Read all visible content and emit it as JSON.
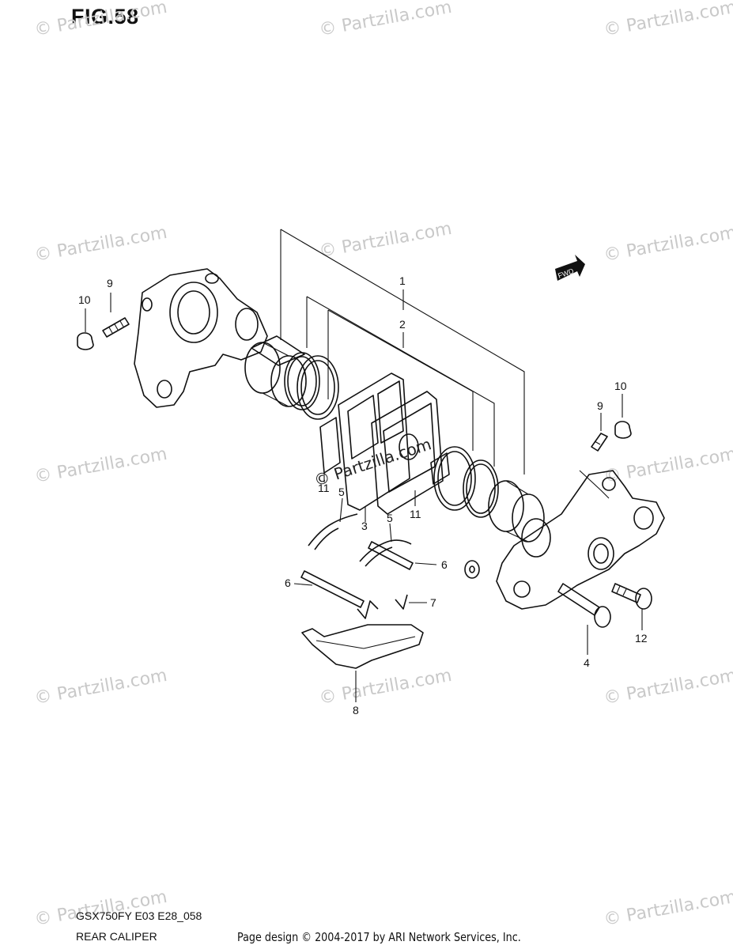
{
  "figure": {
    "title": "FIG.58",
    "model_code": "GSX750FY E03 E28_058",
    "section_name": "REAR CALIPER",
    "footer": "Page design © 2004-2017 by ARI Network Services, Inc."
  },
  "watermark": {
    "text": "© Partzilla.com",
    "center_text": "© Partzilla.com"
  },
  "forward_badge": "FWD",
  "callouts": {
    "c1": "1",
    "c2": "2",
    "c3": "3",
    "c4": "4",
    "c5a": "5",
    "c5b": "5",
    "c6a": "6",
    "c6b": "6",
    "c7": "7",
    "c8": "8",
    "c9a": "9",
    "c9b": "9",
    "c10a": "10",
    "c10b": "10",
    "c11a": "11",
    "c11b": "11",
    "c12": "12"
  },
  "colors": {
    "line": "#111111",
    "watermark": "#c9c9c9"
  }
}
